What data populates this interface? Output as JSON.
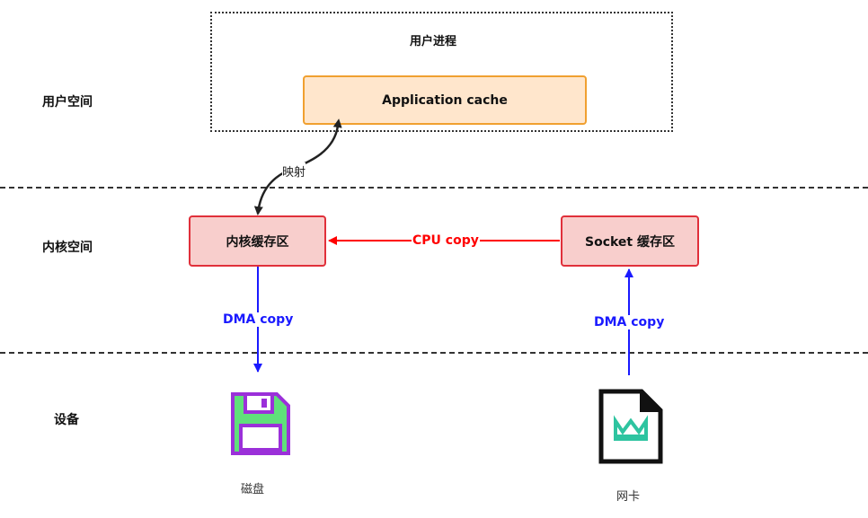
{
  "rows": {
    "user_space": "用户空间",
    "kernel_space": "内核空间",
    "device": "设备"
  },
  "user_process": {
    "title": "用户进程",
    "app_cache": "Application cache"
  },
  "kernel": {
    "kernel_buffer": "内核缓存区",
    "socket_buffer": "Socket 缓存区"
  },
  "arrows": {
    "mapping": "映射",
    "cpu_copy": "CPU copy",
    "dma_copy_left": "DMA copy",
    "dma_copy_right": "DMA copy"
  },
  "devices": {
    "disk": "磁盘",
    "nic": "网卡"
  },
  "colors": {
    "cpu_copy": "#ff0000",
    "dma_copy": "#1a1aff",
    "app_cache_fill": "#ffe6cc",
    "app_cache_border": "#f0a030",
    "kernel_fill": "#f8cecc",
    "kernel_border": "#e0303a",
    "disk_icon_fill": "#5fe07a",
    "disk_icon_border": "#9b30d9",
    "nic_icon_accent": "#2ec4a0"
  },
  "icons": {
    "disk": "floppy-disk-icon",
    "nic": "network-card-icon"
  }
}
